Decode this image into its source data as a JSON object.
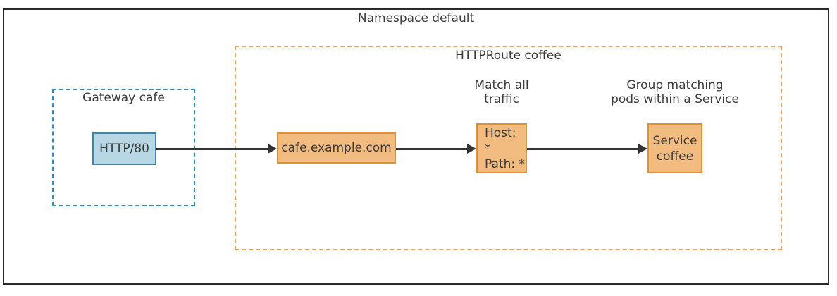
{
  "diagram": {
    "namespace_label": "Namespace default",
    "gateway": {
      "label": "Gateway cafe",
      "listener_label": "HTTP/80"
    },
    "httproute": {
      "label": "HTTPRoute coffee",
      "hostname_label": "cafe.example.com",
      "match_rule": {
        "annotation_line1": "Match all",
        "annotation_line2": "traffic",
        "host_line": "Host: *",
        "path_line": "Path: *"
      },
      "backend": {
        "annotation_line1": "Group matching",
        "annotation_line2": "pods within a Service",
        "service_line1": "Service",
        "service_line2": "coffee"
      }
    },
    "colors": {
      "gateway_node_fill": "#b8d7e4",
      "gateway_node_border": "#3e87a8",
      "gateway_box_dash": "#2e8bc0",
      "route_node_fill": "#f2bc80",
      "route_node_border": "#e0912f",
      "route_box_dash": "#eda15c",
      "text": "#3b3b3b",
      "arrow": "#333333",
      "frame_border": "#2b2b2b"
    }
  }
}
